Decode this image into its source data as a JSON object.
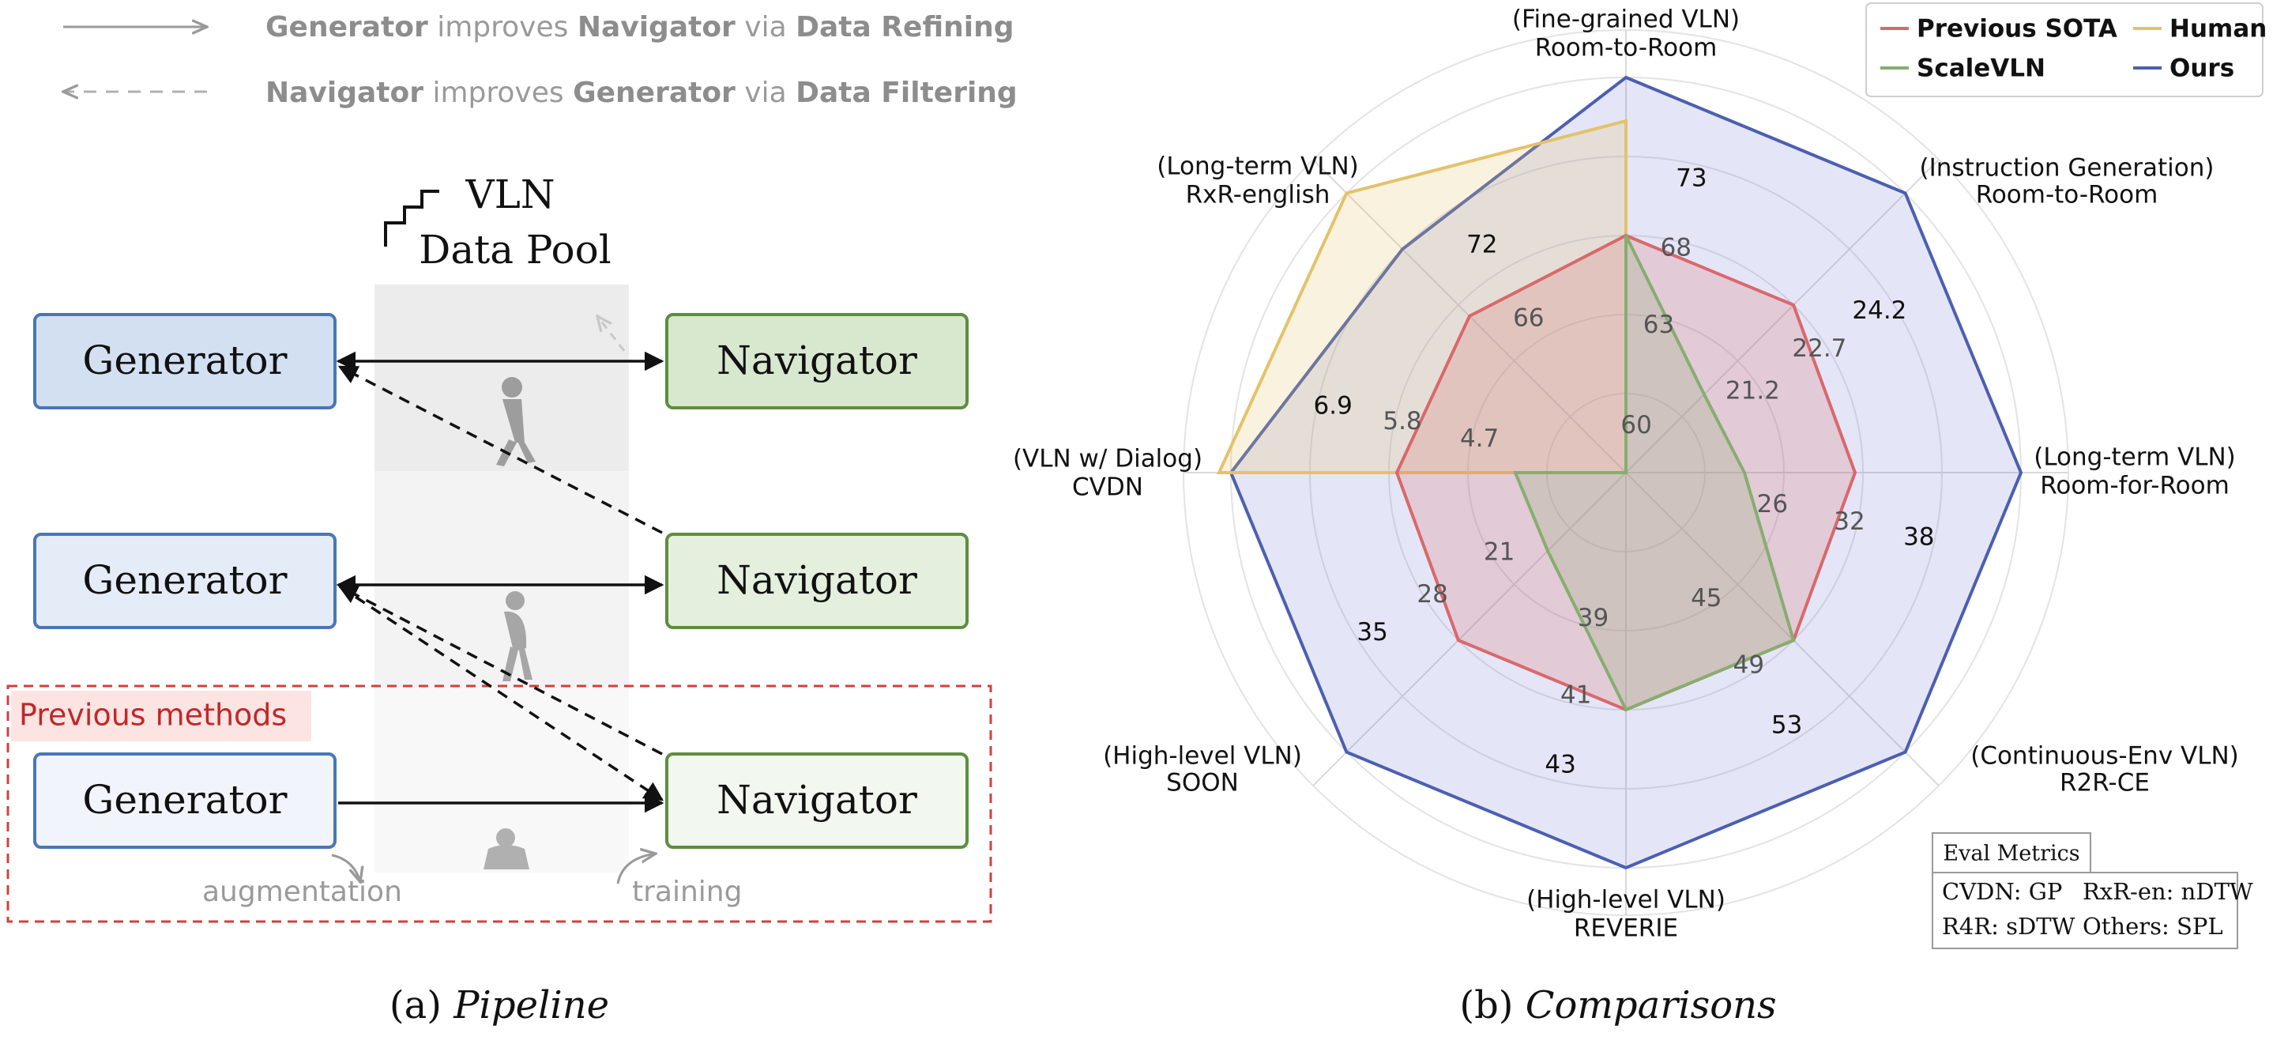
{
  "legend_pipeline": {
    "line1": {
      "a": "Generator",
      "b": " improves ",
      "c": "Navigator",
      "d": " via ",
      "e": "Data Refining"
    },
    "line2": {
      "a": "Navigator",
      "b": " improves ",
      "c": "Generator",
      "d": " via ",
      "e": "Data Filtering"
    }
  },
  "pool": {
    "line1": "VLN",
    "line2": "Data Pool"
  },
  "boxes": {
    "generator": "Generator",
    "navigator": "Navigator"
  },
  "previous_methods": "Previous methods",
  "labels": {
    "augmentation": "augmentation",
    "training": "training"
  },
  "captions": {
    "a_prefix": "(a) ",
    "a_title": "Pipeline",
    "b_prefix": "(b) ",
    "b_title": "Comparisons"
  },
  "eval_metrics": {
    "title": "Eval Metrics",
    "items": [
      "CVDN: GP",
      "RxR-en: nDTW",
      "R4R: sDTW",
      "Others: SPL"
    ]
  },
  "colors": {
    "previous_sota": "#d9686b",
    "scalevln": "#87ad6f",
    "human": "#e3c26a",
    "ours": "#4c5fb0",
    "generator_fill_1": "#d3e0f2",
    "generator_fill_2": "#e4ecf7",
    "generator_fill_3": "#f1f5fb",
    "navigator_fill_1": "#d8e8cf",
    "navigator_fill_2": "#e4efdd",
    "navigator_fill_3": "#f2f7ef",
    "previous_methods": "#c0282a"
  },
  "chart_data": {
    "type": "radar",
    "legend_position": "top-right",
    "axes": [
      {
        "line1": "(Fine-grained VLN)",
        "line2": "Room-to-Room",
        "ticks": [
          "73",
          "68",
          "63",
          "60"
        ]
      },
      {
        "line1": "(Instruction Generation)",
        "line2": "Room-to-Room",
        "ticks": [
          "24.2",
          "22.7",
          "21.2"
        ]
      },
      {
        "line1": "(Long-term VLN)",
        "line2": "Room-for-Room",
        "ticks": [
          "38",
          "32",
          "26"
        ]
      },
      {
        "line1": "(Continuous-Env VLN)",
        "line2": "R2R-CE",
        "ticks": [
          "53",
          "49",
          "45"
        ]
      },
      {
        "line1": "(High-level VLN)",
        "line2": "REVERIE",
        "ticks": [
          "43",
          "41",
          "39"
        ]
      },
      {
        "line1": "(High-level VLN)",
        "line2": "SOON",
        "ticks": [
          "35",
          "28",
          "21"
        ]
      },
      {
        "line1": "(VLN w/ Dialog)",
        "line2": "CVDN",
        "ticks": [
          "6.9",
          "5.8",
          "4.7"
        ]
      },
      {
        "line1": "(Long-term VLN)",
        "line2": "RxR-english",
        "ticks": [
          "72",
          "66"
        ]
      }
    ],
    "series": [
      {
        "name": "Ours",
        "normalized": [
          1.0,
          1.0,
          1.0,
          1.0,
          1.0,
          1.0,
          1.0,
          0.8
        ]
      },
      {
        "name": "Human",
        "normalized": [
          0.89,
          0.0,
          0.0,
          0.0,
          0.0,
          0.0,
          1.03,
          1.0
        ]
      },
      {
        "name": "Previous SOTA",
        "normalized": [
          0.6,
          0.6,
          0.58,
          0.6,
          0.6,
          0.6,
          0.58,
          0.56
        ]
      },
      {
        "name": "ScaleVLN",
        "normalized": [
          0.6,
          0.28,
          0.3,
          0.6,
          0.6,
          0.28,
          0.28,
          0.0
        ]
      }
    ],
    "ring_levels": [
      0.2,
      0.4,
      0.6,
      0.8,
      1.0,
      1.12
    ]
  }
}
